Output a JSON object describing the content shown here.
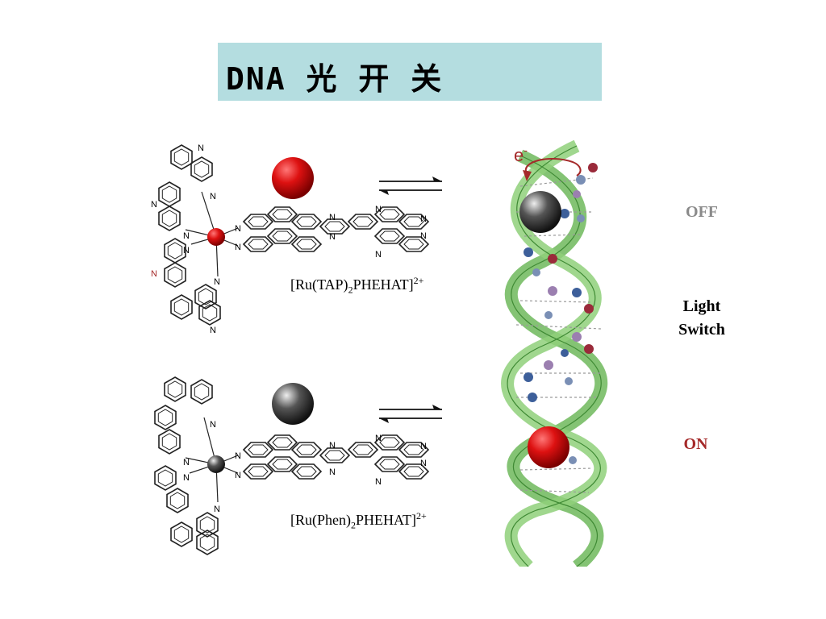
{
  "title": "DNA 光 开 关",
  "complex_top": {
    "name": "[Ru(TAP)",
    "sub": "2",
    "rest": "PHEHAT]",
    "charge": "2+"
  },
  "complex_bottom": {
    "name": "[Ru(Phen)",
    "sub": "2",
    "rest": "PHEHAT]",
    "charge": "2+"
  },
  "electron_label": "e",
  "electron_charge": "-",
  "state_off": "OFF",
  "state_middle": [
    "Light",
    "Switch"
  ],
  "state_on": "ON",
  "atom_label": "N",
  "colors": {
    "title_bg": "#b4dde0",
    "red_sphere": "#dd1111",
    "dark_sphere": "#333333",
    "helix_green": "#7cc36a",
    "off_gray": "#8a8a8a",
    "on_red": "#a52a2a"
  }
}
